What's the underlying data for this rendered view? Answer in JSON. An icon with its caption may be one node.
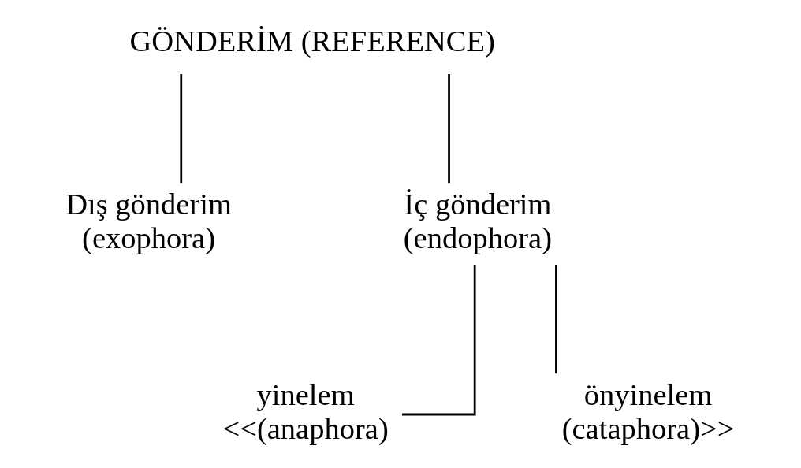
{
  "diagram": {
    "nodes": [
      {
        "text": [
          "GÖNDERİM (REFERENCE)"
        ]
      },
      {
        "text": [
          "Dış gönderim",
          "(exophora)"
        ]
      },
      {
        "text": [
          "İç gönderim",
          "(endophora)"
        ]
      },
      {
        "text": [
          "yinelem",
          "<<(anaphora)"
        ]
      },
      {
        "text": [
          "önyinelem",
          "(cataphora)>>"
        ]
      }
    ],
    "edges": [
      {
        "from": 0,
        "to": 1,
        "arrow": "none"
      },
      {
        "from": 0,
        "to": 2,
        "arrow": "none"
      },
      {
        "from": 2,
        "to": 3,
        "arrow": "none"
      },
      {
        "from": 2,
        "to": 4,
        "arrow": "none"
      }
    ]
  }
}
